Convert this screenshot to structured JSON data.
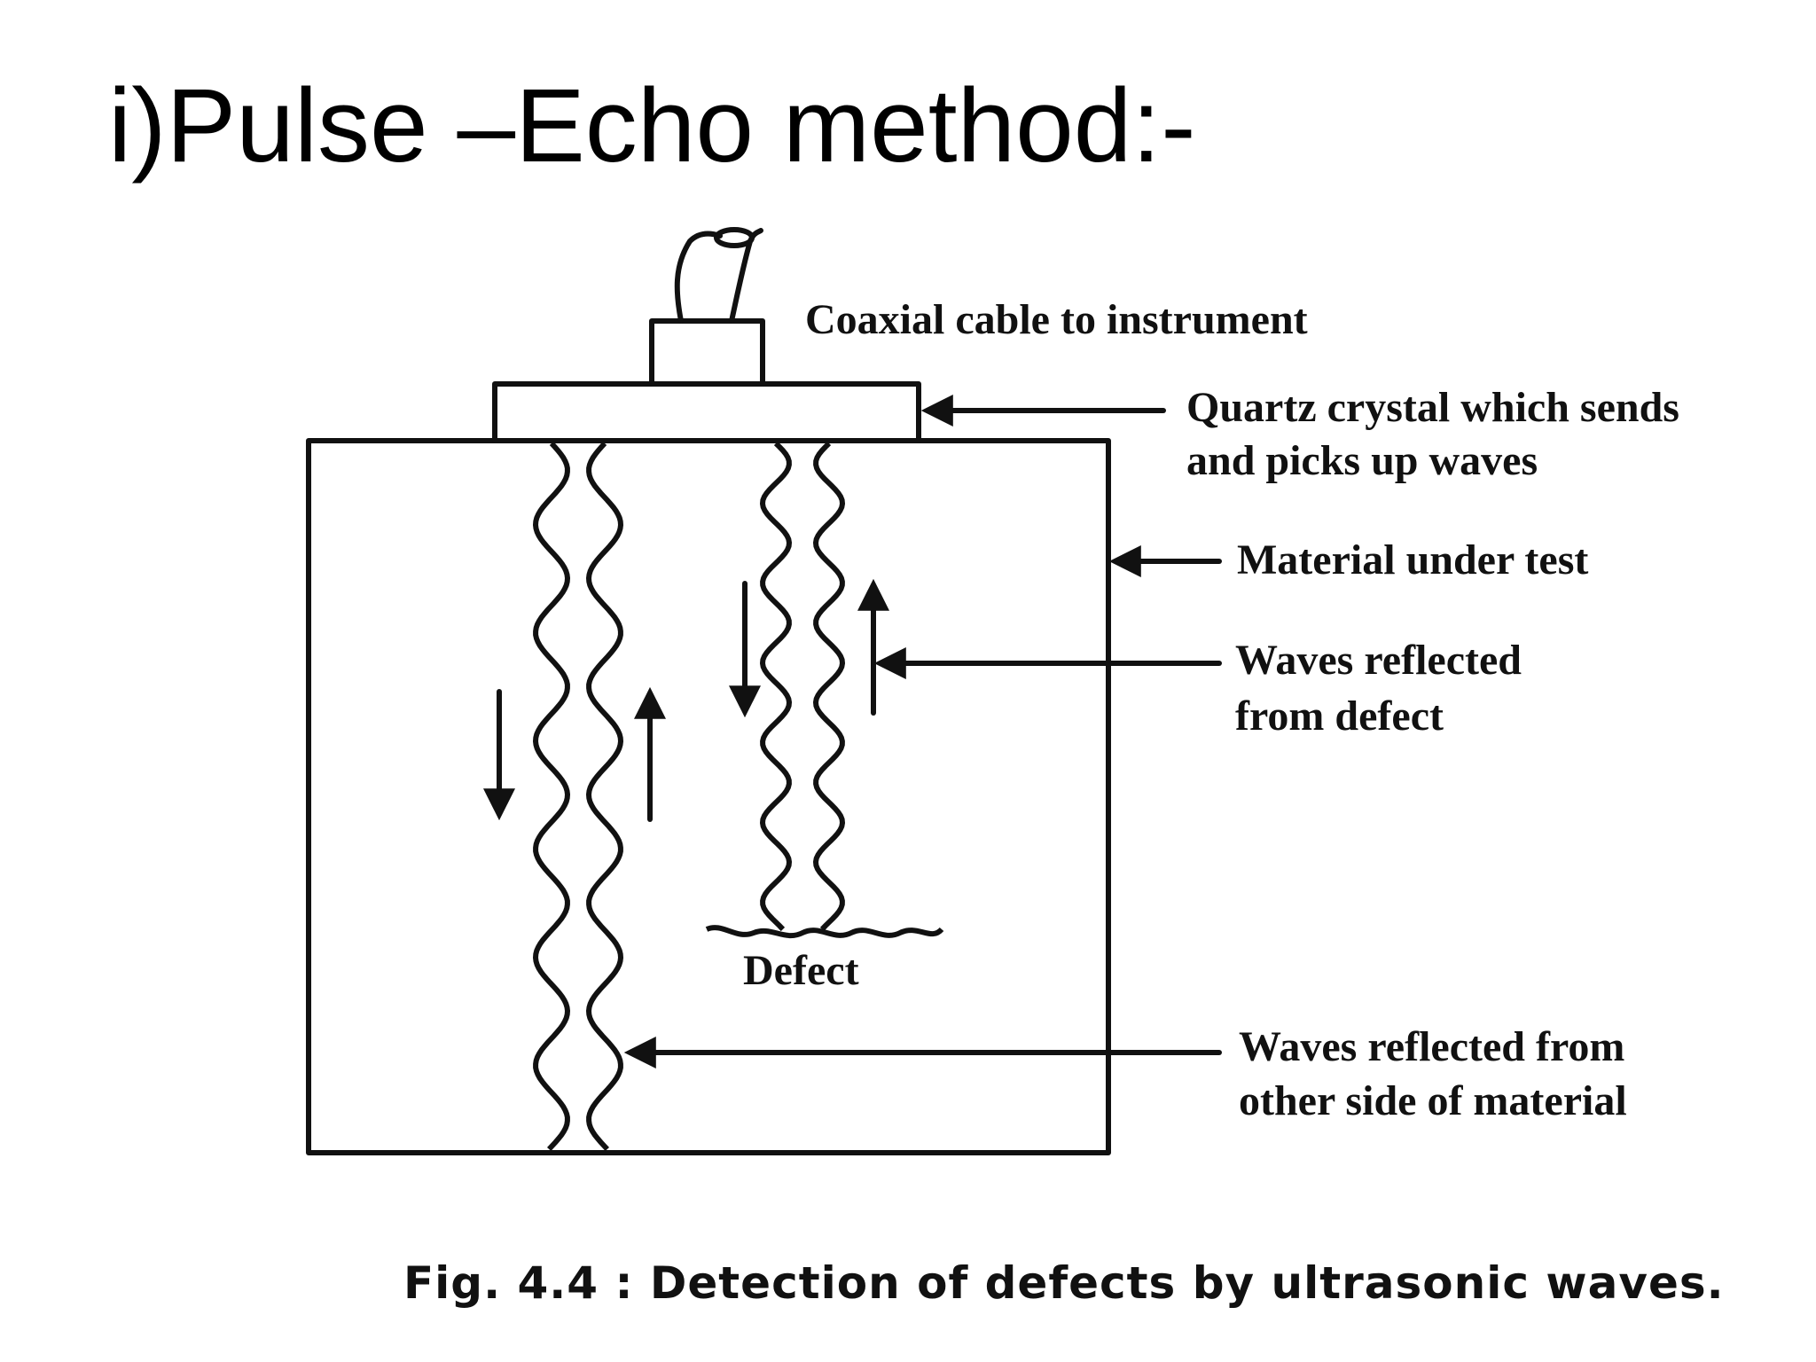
{
  "slide": {
    "title": "i)Pulse –Echo method:-"
  },
  "diagram": {
    "labels": {
      "coaxial_cable": "Coaxial cable to instrument",
      "quartz_line1": "Quartz crystal which sends",
      "quartz_line2": "and picks up waves",
      "material": "Material under test",
      "defect_waves_line1": "Waves reflected",
      "defect_waves_line2": "from defect",
      "defect": "Defect",
      "other_side_line1": "Waves reflected from",
      "other_side_line2": "other side of material"
    },
    "caption": "Fig. 4.4 : Detection of defects by ultrasonic waves."
  }
}
